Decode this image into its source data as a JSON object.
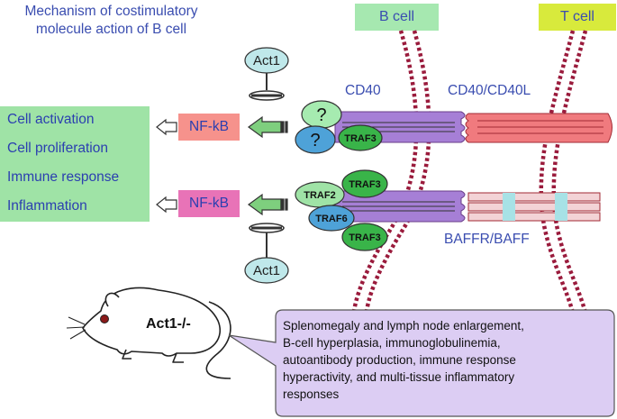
{
  "title_lines": [
    "Mechanism of costimulatory",
    "molecule action of B cell"
  ],
  "b_cell_label": "B cell",
  "t_cell_label": "T cell",
  "act1_label": "Act1",
  "cd40_label": "CD40",
  "cd40_cd40l_label": "CD40/CD40L",
  "baffr_baff_label": "BAFFR/BAFF",
  "nfkb_label": "NF-kB",
  "question_mark": "?",
  "traf2_label": "TRAF2",
  "traf3_label": "TRAF3",
  "traf6_label": "TRAF6",
  "outcomes": [
    "Cell activation",
    "Cell proliferation",
    "Immune response",
    "Inflammation"
  ],
  "mouse_label": "Act1-/-",
  "phenotype_lines": [
    "Splenomegaly and lymph node enlargement,",
    "B-cell hyperplasia, immunoglobulinemia,",
    "autoantibody production, immune response",
    "hyperactivity, and multi-tissue inflammatory",
    "responses"
  ],
  "colors": {
    "title_text": "#3a4db0",
    "outcome_box": "#9fe3a6",
    "b_cell_box": "#a6e8b0",
    "t_cell_box": "#d8ea3c",
    "membrane": "#9a1b3c",
    "nfkb_top": "#f6928c",
    "nfkb_bottom": "#e873b7",
    "arrow_green": "#7ecf7e",
    "question_top": "#a6ebb0",
    "question_bottom": "#4ea2d8",
    "traf3": "#39b449",
    "traf2": "#9fe3a6",
    "traf6": "#4ea2d8",
    "cd40_receptor": "#a67fd6",
    "cd40l": "#f07a7e",
    "baff": "#f3d3d6",
    "callout": "#dccdf3"
  }
}
